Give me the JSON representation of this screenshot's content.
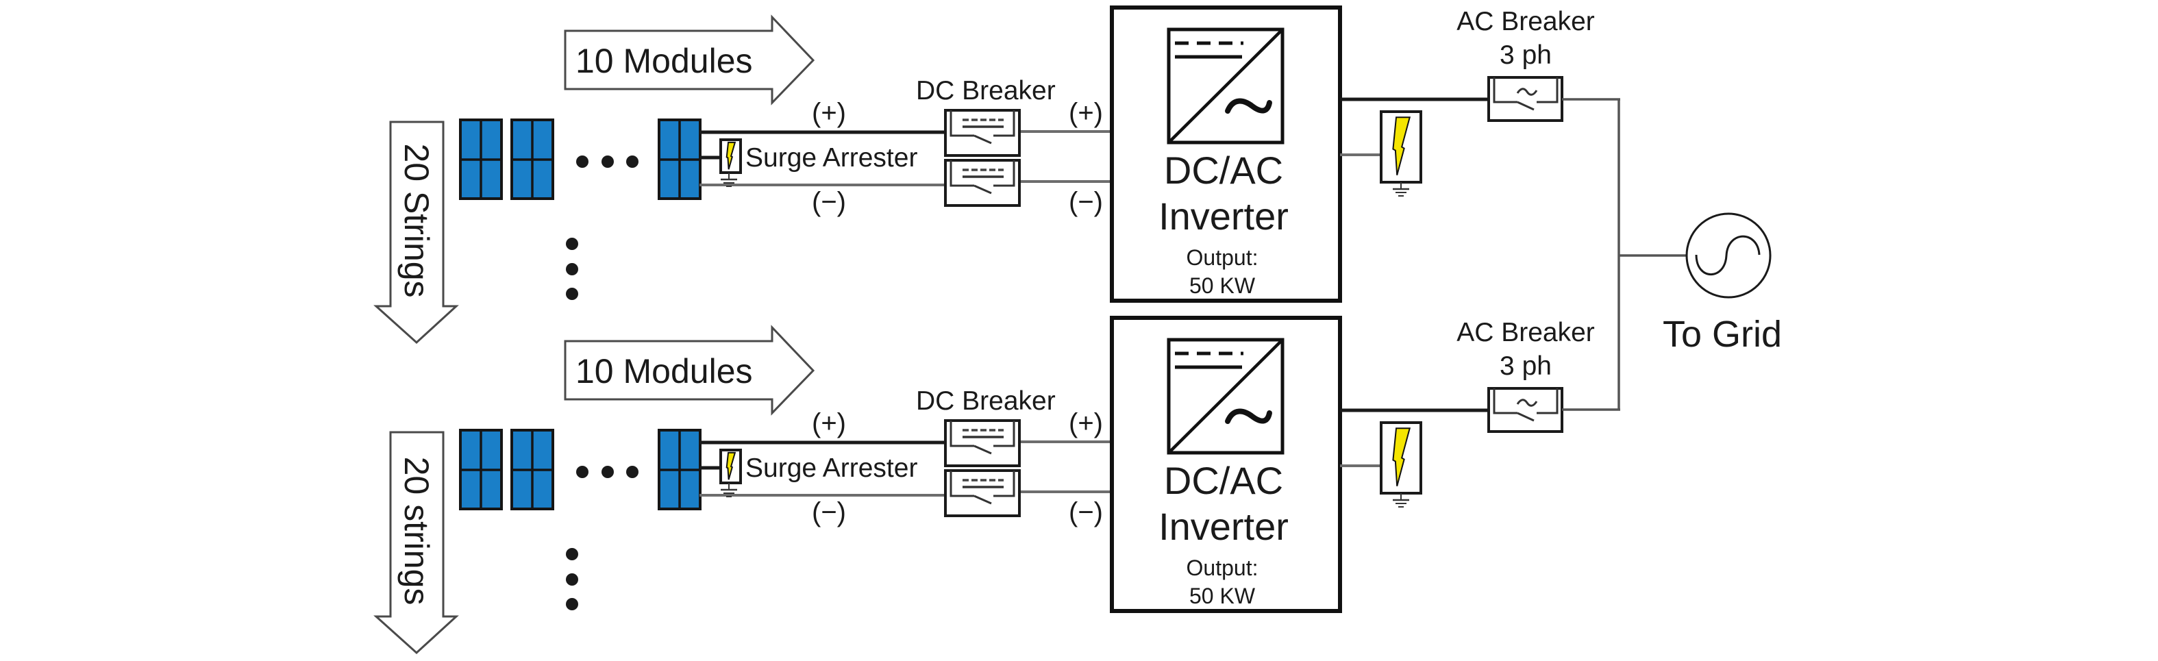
{
  "diagram": {
    "title": "PV plant with two 50 KW inverter blocks connected to grid",
    "colors": {
      "panel_fill": "#1a7fc8",
      "bolt_fill": "#f5e500",
      "line": "#1a1a1a",
      "line_secondary": "#6d6d6d"
    },
    "sections": [
      {
        "modules_label": "10 Modules",
        "strings_label": "20 Strings",
        "surge_arrester_label": "Surge Arrester",
        "dc_breaker_label": "DC Breaker",
        "plus_label": "(+)",
        "minus_label": "(−)",
        "inverter_line1": "DC/AC",
        "inverter_line2": "Inverter",
        "output_label": "Output:",
        "output_value": "50 KW",
        "ac_breaker_line1": "AC Breaker",
        "ac_breaker_line2": "3 ph",
        "ac_breaker_symbol": "~"
      },
      {
        "modules_label": "10 Modules",
        "strings_label": "20 strings",
        "surge_arrester_label": "Surge Arrester",
        "dc_breaker_label": "DC Breaker",
        "plus_label": "(+)",
        "minus_label": "(−)",
        "inverter_line1": "DC/AC",
        "inverter_line2": "Inverter",
        "output_label": "Output:",
        "output_value": "50 KW",
        "ac_breaker_line1": "AC Breaker",
        "ac_breaker_line2": "3 ph",
        "ac_breaker_symbol": "~"
      }
    ],
    "grid": {
      "label": "To Grid",
      "icon": "ac-source-icon"
    },
    "icons": {
      "pv_panel": "solar-panel-icon",
      "surge": "lightning-bolt-icon",
      "ground": "ground-icon",
      "dc_breaker": "dc-breaker-icon",
      "ac_breaker": "ac-breaker-icon",
      "inverter_symbol": "dc-ac-symbol-icon",
      "ellipsis": "ellipsis-icon"
    }
  }
}
